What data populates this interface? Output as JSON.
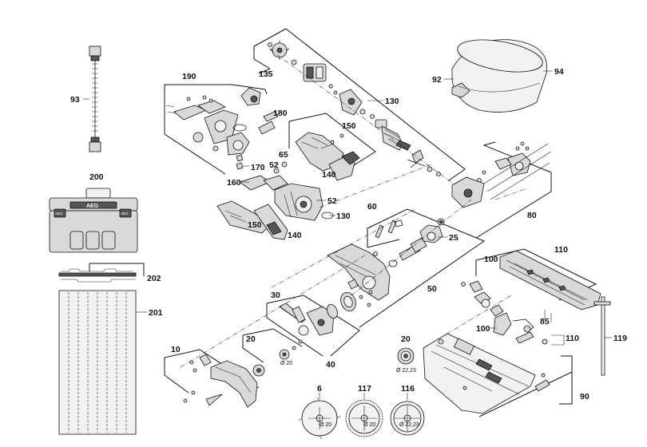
{
  "callouts": {
    "c135": "135",
    "c190": "190",
    "c180": "180",
    "c170": "170",
    "c130a": "130",
    "c150a": "150",
    "c140a": "140",
    "c65": "65",
    "c52a": "52",
    "c52b": "52",
    "c160": "160",
    "c130b": "130",
    "c150b": "150",
    "c140b": "140",
    "c93": "93",
    "c200": "200",
    "c202": "202",
    "c201": "201",
    "c92": "92",
    "c94": "94",
    "c80": "80",
    "c60": "60",
    "c25": "25",
    "c50": "50",
    "c100a": "100",
    "c110a": "110",
    "c85": "85",
    "c100b": "100",
    "c110b": "110",
    "c119": "119",
    "c90": "90",
    "c30": "30",
    "c20a": "20",
    "c20b": "20",
    "c40": "40",
    "c10": "10",
    "c6": "6",
    "c117": "117",
    "c116": "116"
  },
  "labels": {
    "logo": "AEG",
    "side_left": "AEG",
    "side_right": "AEG",
    "dia20": "Ø 20",
    "dia2223": "Ø 22,23",
    "blade6": "Ø 20",
    "blade117": "Ø 20",
    "blade116": "Ø 22,23"
  }
}
